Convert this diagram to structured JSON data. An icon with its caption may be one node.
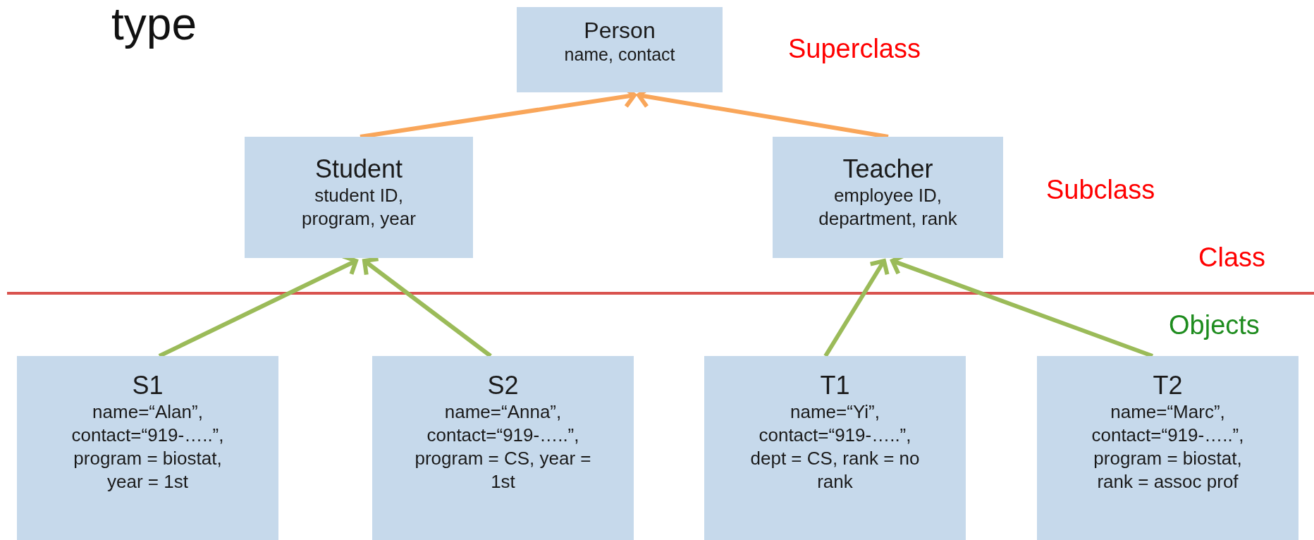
{
  "diagram": {
    "nodes": [
      {
        "text": [
          "Person",
          "name, contact"
        ]
      },
      {
        "text": [
          "Student",
          "student ID, program, year"
        ]
      },
      {
        "text": [
          "Teacher",
          "employee ID, department, rank"
        ]
      },
      {
        "text": [
          "S1",
          "name=“Alan”, contact=“919-…..”, program = biostat, year = 1st"
        ]
      },
      {
        "text": [
          "S2",
          "name=“Anna”, contact=“919-…..”, program = CS, year = 1st"
        ]
      },
      {
        "text": [
          "T1",
          "name=“Yi”, contact=“919-…..”, dept = CS, rank = no rank"
        ]
      },
      {
        "text": [
          "T2",
          "name=“Marc”, contact=“919-…..”, program = biostat, rank = assoc prof"
        ]
      }
    ],
    "edges": [
      {
        "from": 1,
        "to": 0,
        "arrow": "to",
        "color": "#f9a65a"
      },
      {
        "from": 2,
        "to": 0,
        "arrow": "to",
        "color": "#f9a65a"
      },
      {
        "from": 3,
        "to": 1,
        "arrow": "to"
      },
      {
        "from": 4,
        "to": 1,
        "arrow": "to"
      },
      {
        "from": 5,
        "to": 2,
        "arrow": "to"
      },
      {
        "from": 6,
        "to": 2,
        "arrow": "to"
      }
    ],
    "labels": [
      "type",
      "Superclass",
      "Subclass",
      "Class",
      "Objects"
    ]
  }
}
